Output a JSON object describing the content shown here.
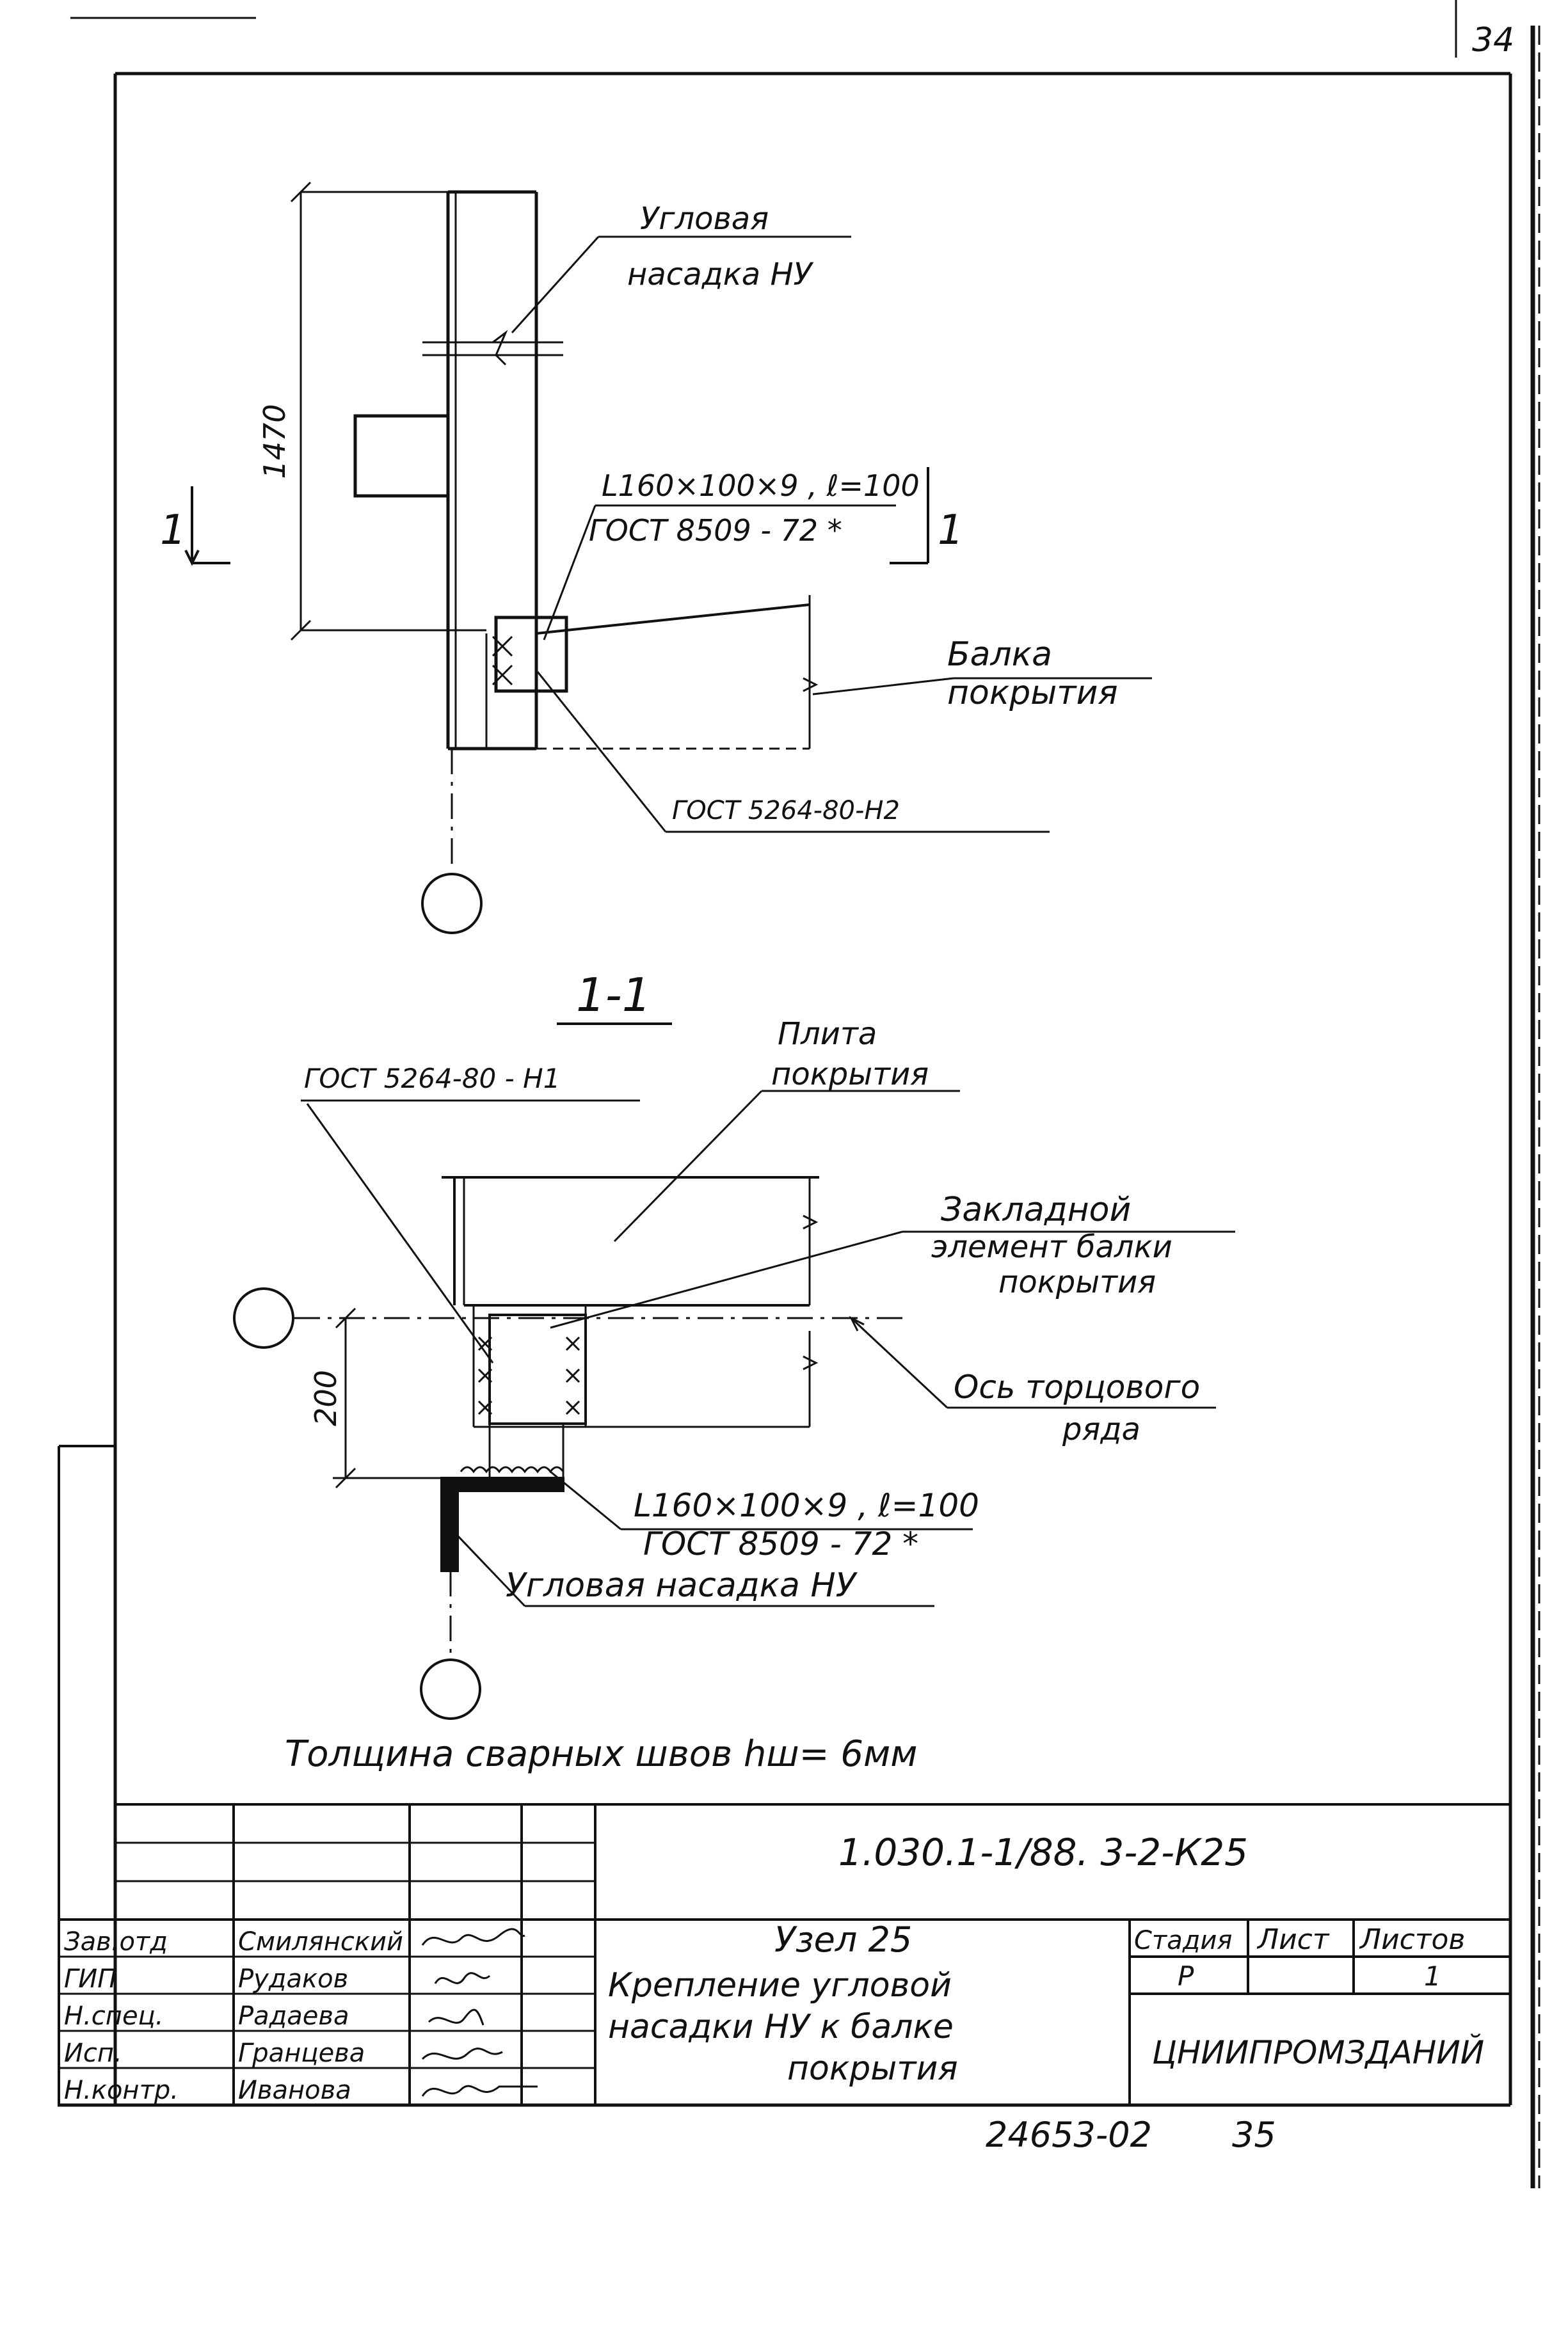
{
  "page": {
    "sheet_corner_number": "34",
    "bottom_number": "24653-02",
    "bottom_page": "35"
  },
  "elevation": {
    "dim_height": "1470",
    "label_corner_nozzle_1": "Угловая",
    "label_corner_nozzle_2": "насадка НУ",
    "label_angle_1": "L160×100×9 , ℓ=100",
    "label_angle_2": "ГОСТ 8509 - 72 *",
    "label_beam_1": "Балка",
    "label_beam_2": "покрытия",
    "label_weld": "ГОСТ 5264-80-Н2",
    "section_mark_left": "1",
    "section_mark_right": "1"
  },
  "section": {
    "title": "1-1",
    "label_weld": "ГОСТ 5264-80 - Н1",
    "label_slab_1": "Плита",
    "label_slab_2": "покрытия",
    "label_embed_1": "Закладной",
    "label_embed_2": "элемент балки",
    "label_embed_3": "покрытия",
    "dim_200": "200",
    "label_axis_1": "Ось торцового",
    "label_axis_2": "ряда",
    "label_angle_1": "L160×100×9 , ℓ=100",
    "label_angle_2": "ГОСТ 8509 - 72 *",
    "label_corner_nozzle": "Угловая насадка НУ"
  },
  "note": "Толщина сварных швов hш= 6мм",
  "title_block": {
    "doc_code": "1.030.1-1/88. 3-2-К25",
    "node": "Узел 25",
    "description_1": "Крепление угловой",
    "description_2": "насадки НУ к балке",
    "description_3": "покрытия",
    "stage_header": "Стадия",
    "sheet_header": "Лист",
    "sheets_header": "Листов",
    "stage_value": "Р",
    "sheets_value": "1",
    "org": "ЦНИИПРОМЗДАНИЙ",
    "roles": [
      "Зав.отд",
      "ГИП",
      "Н.спец.",
      "Исп.",
      "Н.контр."
    ],
    "names": [
      "Смилянский",
      "Рудаков",
      "Радаева",
      "Гранцева",
      "Иванова"
    ]
  }
}
